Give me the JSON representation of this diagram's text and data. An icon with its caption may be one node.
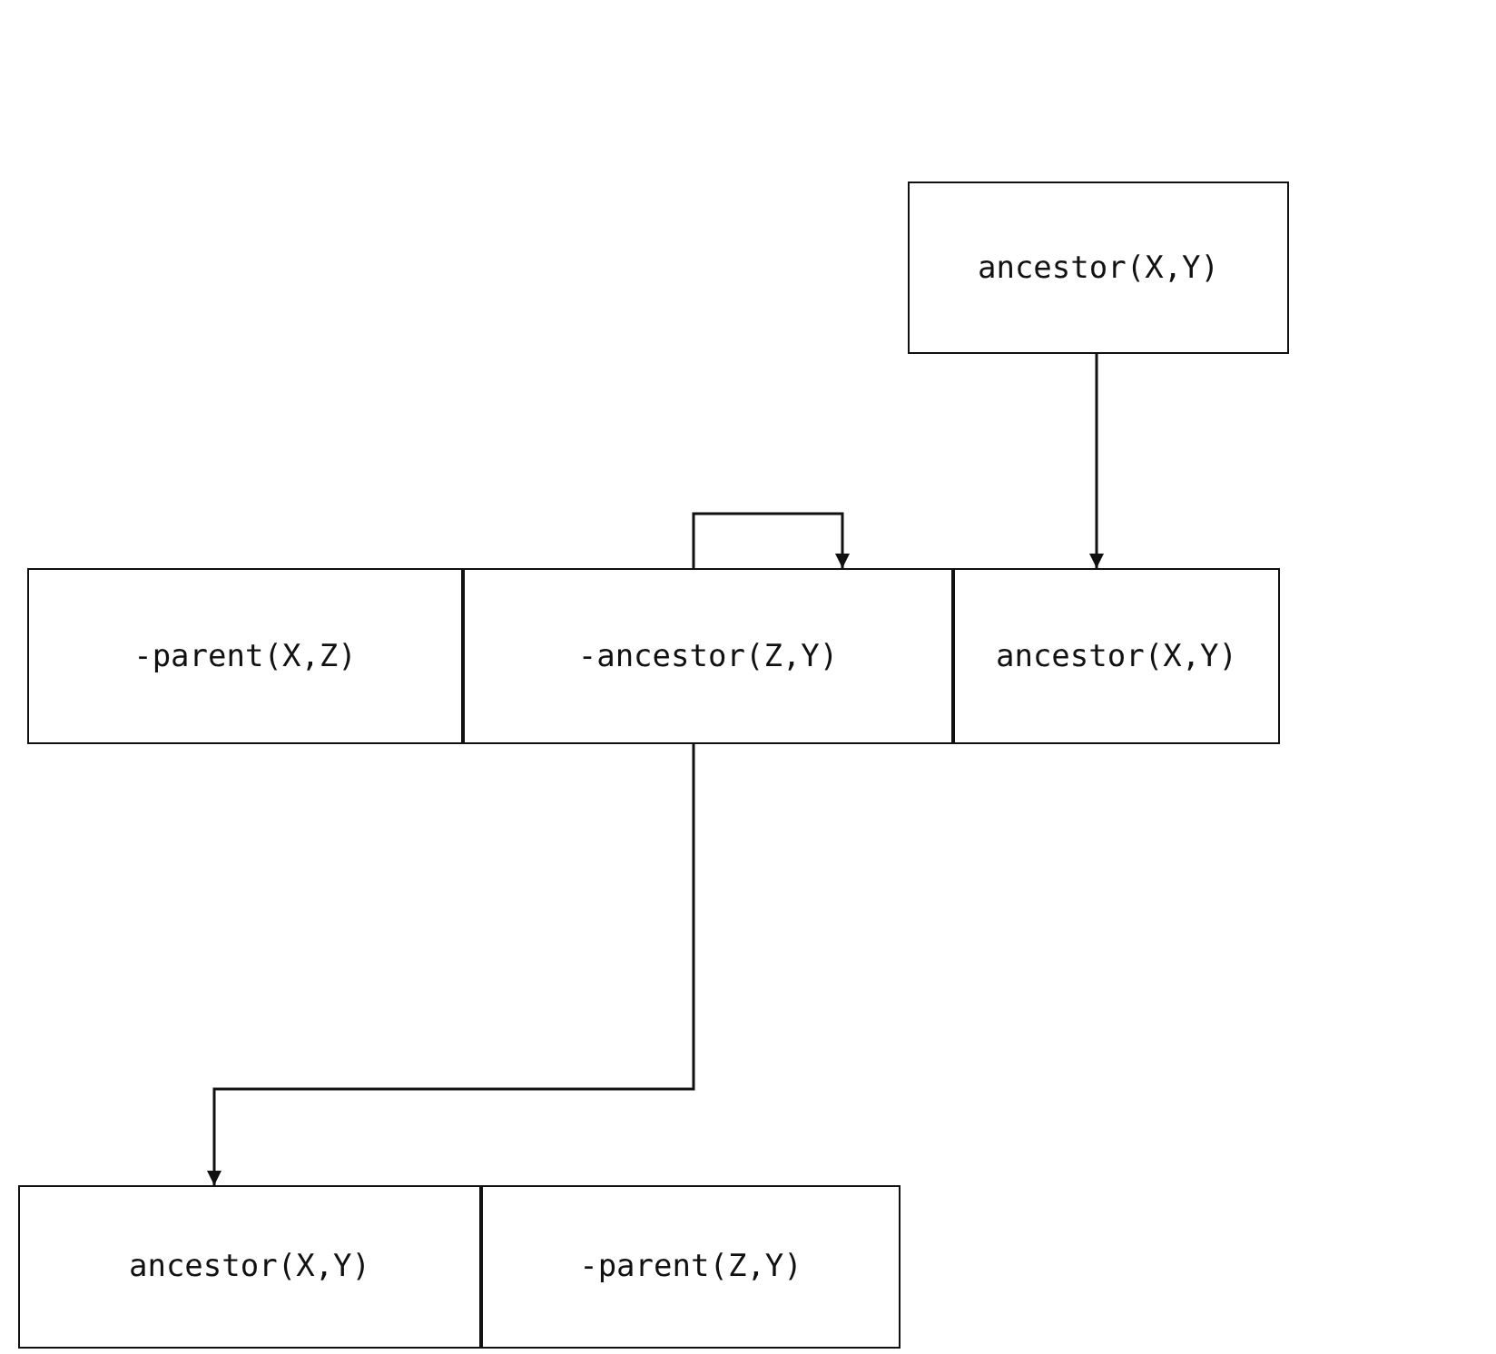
{
  "diagram": {
    "nodes": [
      {
        "text": [
          "ancestor(X,Y)"
        ]
      },
      {
        "text": [
          "-parent(X,Z)"
        ]
      },
      {
        "text": [
          "-ancestor(Z,Y)"
        ]
      },
      {
        "text": [
          "ancestor(X,Y)"
        ]
      },
      {
        "text": [
          "ancestor(X,Y)"
        ]
      },
      {
        "text": [
          "-parent(Z,Y)"
        ]
      }
    ],
    "edges": [
      {
        "from": 0,
        "to": 3,
        "arrow": "to"
      },
      {
        "from": 2,
        "to": 2,
        "arrow": "to"
      },
      {
        "from": 2,
        "to": 4,
        "arrow": "to"
      }
    ]
  }
}
